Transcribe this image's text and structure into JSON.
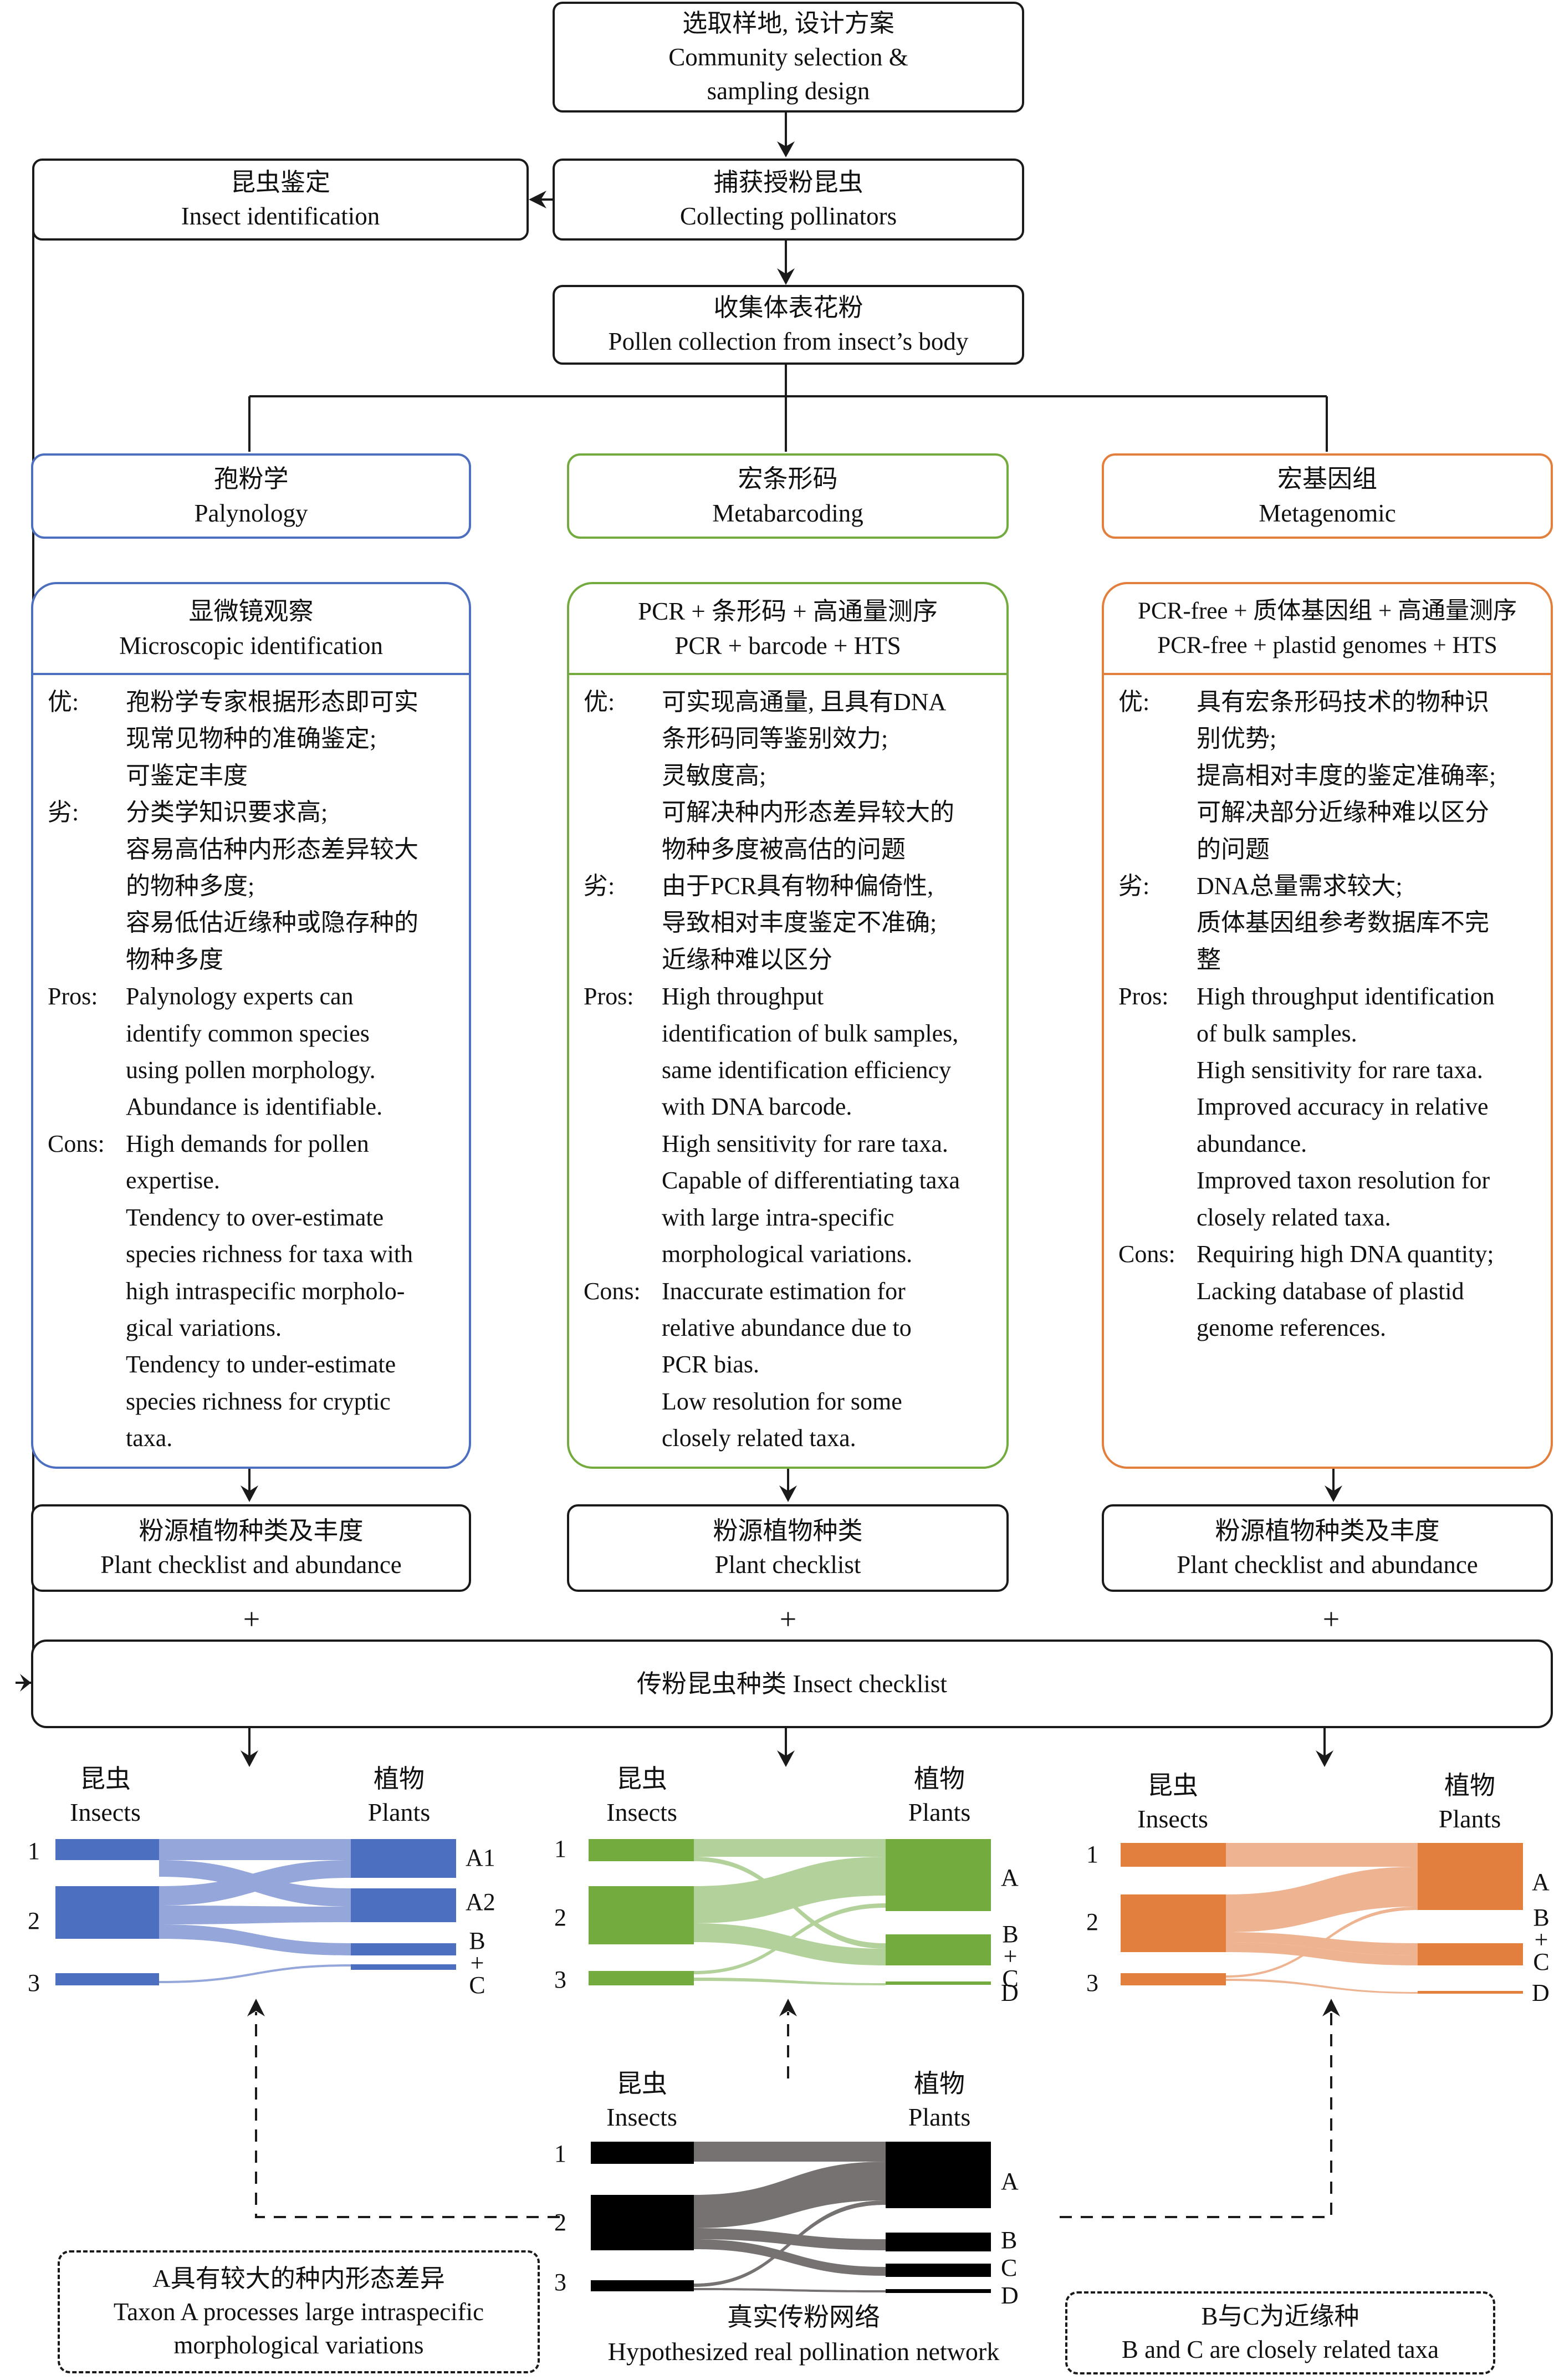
{
  "colors": {
    "palynology": "#4d6fbf",
    "palynology_light": "#94a6da",
    "metabarcoding": "#73ab3f",
    "metabarcoding_light": "#b3d29b",
    "metagenomic": "#e37f3c",
    "metagenomic_light": "#eeb390",
    "real": "#000000",
    "real_light": "#777272",
    "line": "#1a1a1a"
  },
  "flow": {
    "site": {
      "zh": "选取样地, 设计方案",
      "en1": "Community selection &",
      "en2": "sampling design"
    },
    "collect": {
      "zh": "捕获授粉昆虫",
      "en": "Collecting pollinators"
    },
    "insect_id": {
      "zh": "昆虫鉴定",
      "en": "Insect identification"
    },
    "pollen": {
      "zh": "收集体表花粉",
      "en": "Pollen collection from insect’s body"
    },
    "insect_checklist": "传粉昆虫种类 Insect checklist",
    "plus": "+"
  },
  "methods": [
    {
      "key": "palynology",
      "header": {
        "zh": "孢粉学",
        "en": "Palynology"
      },
      "title": {
        "l1": "显微镜观察",
        "l2": "Microscopic identification"
      },
      "lines": [
        {
          "label": "优:",
          "text": "孢粉学专家根据形态即可实"
        },
        {
          "label": "",
          "text": "现常见物种的准确鉴定;"
        },
        {
          "label": "",
          "text": "可鉴定丰度"
        },
        {
          "label": "劣:",
          "text": "分类学知识要求高;"
        },
        {
          "label": "",
          "text": "容易高估种内形态差异较大"
        },
        {
          "label": "",
          "text": "的物种多度;"
        },
        {
          "label": "",
          "text": "容易低估近缘种或隐存种的"
        },
        {
          "label": "",
          "text": "物种多度"
        },
        {
          "label": "Pros:",
          "text": "Palynology experts can"
        },
        {
          "label": "",
          "text": "identify common species"
        },
        {
          "label": "",
          "text": "using pollen morphology."
        },
        {
          "label": "",
          "text": "Abundance is identifiable."
        },
        {
          "label": "Cons:",
          "text": "High demands for pollen"
        },
        {
          "label": "",
          "text": "expertise."
        },
        {
          "label": "",
          "text": "Tendency to over-estimate"
        },
        {
          "label": "",
          "text": "species richness for taxa with"
        },
        {
          "label": "",
          "text": "high intraspecific morpholo-"
        },
        {
          "label": "",
          "text": "gical variations."
        },
        {
          "label": "",
          "text": "Tendency to under-estimate"
        },
        {
          "label": "",
          "text": "species richness for cryptic"
        },
        {
          "label": "",
          "text": "taxa."
        }
      ],
      "output": {
        "zh": "粉源植物种类及丰度",
        "en": "Plant checklist and abundance"
      }
    },
    {
      "key": "metabarcoding",
      "header": {
        "zh": "宏条形码",
        "en": "Metabarcoding"
      },
      "title": {
        "l1": "PCR + 条形码 + 高通量测序",
        "l2": "PCR + barcode + HTS"
      },
      "lines": [
        {
          "label": "优:",
          "text": "可实现高通量, 且具有DNA"
        },
        {
          "label": "",
          "text": "条形码同等鉴别效力;"
        },
        {
          "label": "",
          "text": "灵敏度高;"
        },
        {
          "label": "",
          "text": "可解决种内形态差异较大的"
        },
        {
          "label": "",
          "text": "物种多度被高估的问题"
        },
        {
          "label": "劣:",
          "text": "由于PCR具有物种偏倚性,"
        },
        {
          "label": "",
          "text": "导致相对丰度鉴定不准确;"
        },
        {
          "label": "",
          "text": "近缘种难以区分"
        },
        {
          "label": "Pros:",
          "text": "High throughput"
        },
        {
          "label": "",
          "text": "identification of bulk samples,"
        },
        {
          "label": "",
          "text": "same identification efficiency"
        },
        {
          "label": "",
          "text": "with DNA barcode."
        },
        {
          "label": "",
          "text": "High sensitivity for rare taxa."
        },
        {
          "label": "",
          "text": "Capable of differentiating taxa"
        },
        {
          "label": "",
          "text": "with large intra-specific"
        },
        {
          "label": "",
          "text": "morphological variations."
        },
        {
          "label": "Cons:",
          "text": "Inaccurate estimation for"
        },
        {
          "label": "",
          "text": "relative abundance due to"
        },
        {
          "label": "",
          "text": "PCR bias."
        },
        {
          "label": "",
          "text": "Low resolution for some"
        },
        {
          "label": "",
          "text": "closely related taxa."
        }
      ],
      "output": {
        "zh": "粉源植物种类",
        "en": "Plant checklist"
      }
    },
    {
      "key": "metagenomic",
      "header": {
        "zh": "宏基因组",
        "en": "Metagenomic"
      },
      "title": {
        "l1": "PCR-free + 质体基因组 + 高通量测序",
        "l2": "PCR-free + plastid genomes + HTS"
      },
      "lines": [
        {
          "label": "优:",
          "text": "具有宏条形码技术的物种识"
        },
        {
          "label": "",
          "text": "别优势;"
        },
        {
          "label": "",
          "text": "提高相对丰度的鉴定准确率;"
        },
        {
          "label": "",
          "text": "可解决部分近缘种难以区分"
        },
        {
          "label": "",
          "text": "的问题"
        },
        {
          "label": "劣:",
          "text": "DNA总量需求较大;"
        },
        {
          "label": "",
          "text": "质体基因组参考数据库不完"
        },
        {
          "label": "",
          "text": "整"
        },
        {
          "label": "Pros:",
          "text": "High throughput identification"
        },
        {
          "label": "",
          "text": "of bulk samples."
        },
        {
          "label": "",
          "text": "High sensitivity for rare taxa."
        },
        {
          "label": "",
          "text": "Improved accuracy in relative"
        },
        {
          "label": "",
          "text": "abundance."
        },
        {
          "label": "",
          "text": "Improved taxon resolution for"
        },
        {
          "label": "",
          "text": "closely related taxa."
        },
        {
          "label": "Cons:",
          "text": "Requiring high DNA quantity;"
        },
        {
          "label": "",
          "text": "Lacking database of plastid"
        },
        {
          "label": "",
          "text": "genome references."
        }
      ],
      "output": {
        "zh": "粉源植物种类及丰度",
        "en": "Plant checklist and abundance"
      }
    }
  ],
  "networks": {
    "insects_zh": "昆虫",
    "insects_en": "Insects",
    "plants_zh": "植物",
    "plants_en": "Plants",
    "insect_ids": [
      "1",
      "2",
      "3"
    ],
    "palynology_plants": [
      "A1",
      "A2",
      "B",
      "+",
      "C"
    ],
    "metabarcoding_plants": [
      "A",
      "B",
      "+",
      "C",
      "D"
    ],
    "metagenomic_plants": [
      "A",
      "B",
      "+",
      "C",
      "D"
    ],
    "real_plants": [
      "A",
      "B",
      "C",
      "D"
    ]
  },
  "notes": {
    "left": {
      "zh": "A具有较大的种内形态差异",
      "en1": "Taxon A processes large intraspecific",
      "en2": "morphological variations"
    },
    "real": {
      "zh": "真实传粉网络",
      "en": "Hypothesized real pollination network"
    },
    "right": {
      "zh": "B与C为近缘种",
      "en": "B and C are closely related taxa"
    }
  }
}
